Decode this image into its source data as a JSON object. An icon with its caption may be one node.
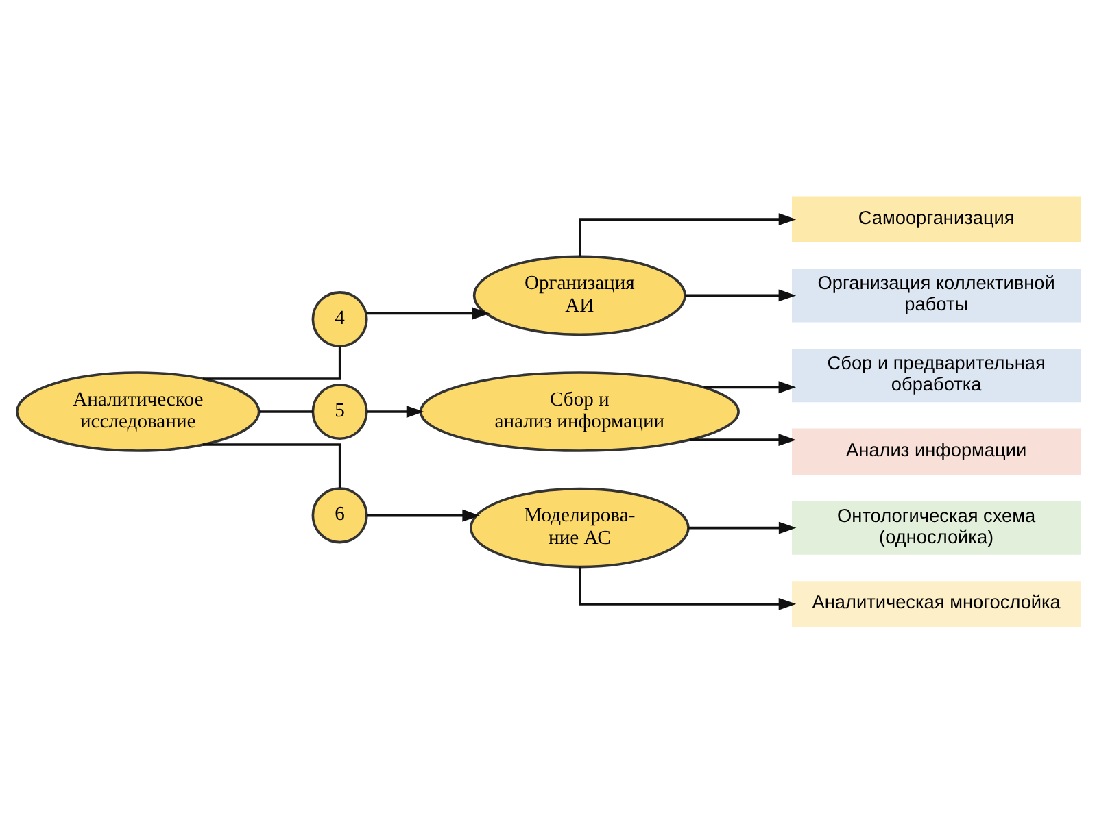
{
  "diagram": {
    "nodes": [
      {
        "text": [
          "Аналитическое исследование"
        ]
      },
      {
        "text": [
          "4"
        ]
      },
      {
        "text": [
          "Организация АИ"
        ]
      },
      {
        "text": [
          "Самоорганизация"
        ]
      },
      {
        "text": [
          "Организация коллективной работы"
        ]
      },
      {
        "text": [
          "5"
        ]
      },
      {
        "text": [
          "Сбор и анализ информации"
        ]
      },
      {
        "text": [
          "Сбор и предварительная обработка"
        ]
      },
      {
        "text": [
          "Анализ информации"
        ]
      },
      {
        "text": [
          "6"
        ]
      },
      {
        "text": [
          "Моделирова- ние АС"
        ]
      },
      {
        "text": [
          "Онтологическая схема (однослойка)"
        ]
      },
      {
        "text": [
          "Аналитическая многослойка"
        ]
      }
    ],
    "edges": [
      {
        "from": 0,
        "to": 1,
        "arrow": "none"
      },
      {
        "from": 0,
        "to": 5,
        "arrow": "none"
      },
      {
        "from": 0,
        "to": 9,
        "arrow": "none"
      },
      {
        "from": 1,
        "to": 2,
        "arrow": "to"
      },
      {
        "from": 5,
        "to": 6,
        "arrow": "to"
      },
      {
        "from": 9,
        "to": 10,
        "arrow": "to"
      },
      {
        "from": 2,
        "to": 3,
        "arrow": "to"
      },
      {
        "from": 2,
        "to": 4,
        "arrow": "to"
      },
      {
        "from": 6,
        "to": 7,
        "arrow": "to"
      },
      {
        "from": 6,
        "to": 8,
        "arrow": "to"
      },
      {
        "from": 10,
        "to": 11,
        "arrow": "to"
      },
      {
        "from": 10,
        "to": 12,
        "arrow": "to"
      }
    ]
  }
}
